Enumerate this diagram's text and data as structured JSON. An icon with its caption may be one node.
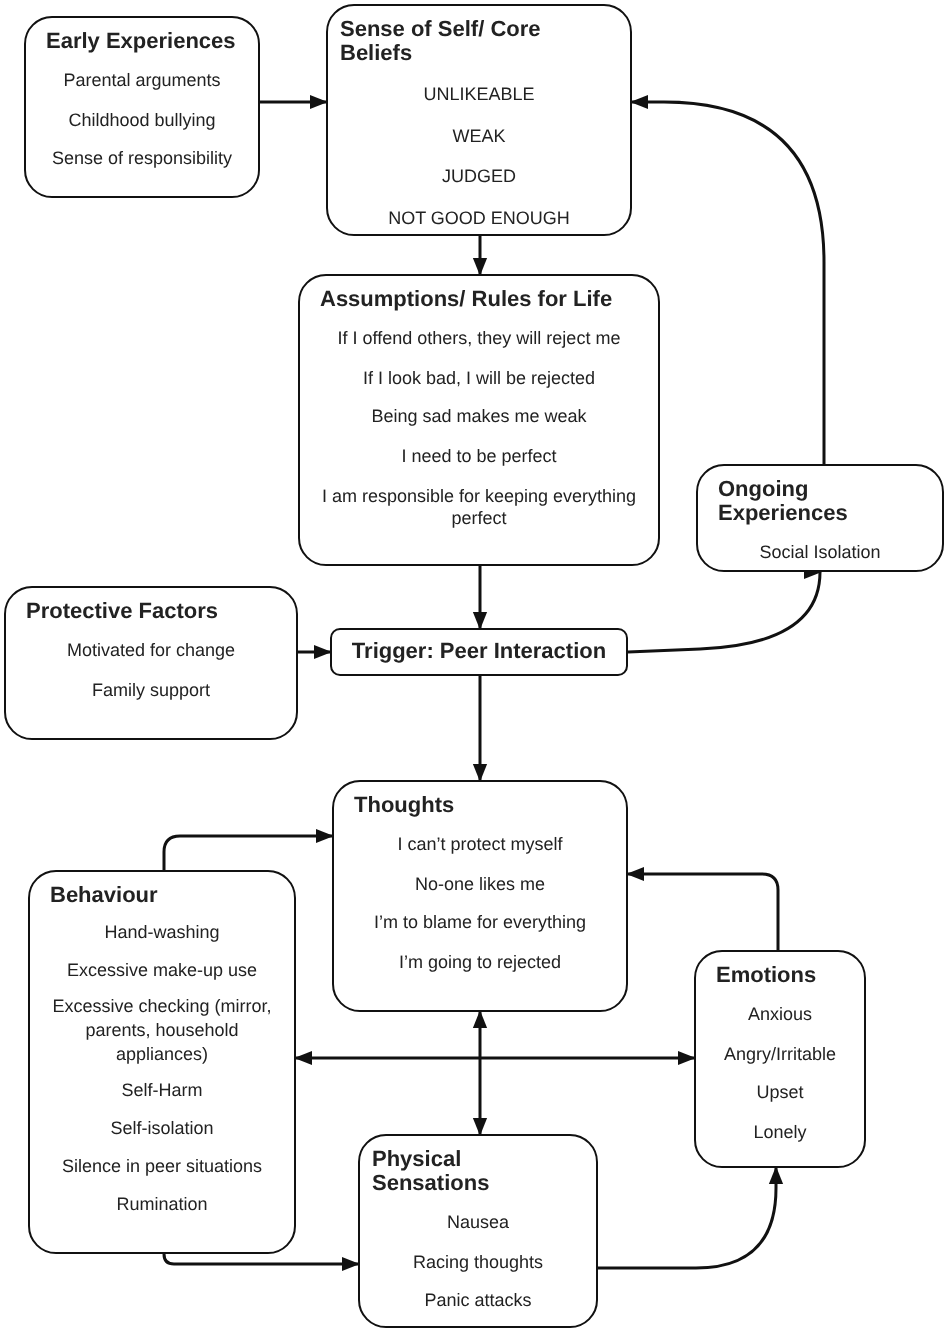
{
  "diagram": {
    "nodes": [
      {
        "text": [
          "Early Experiences",
          "Parental arguments",
          "Childhood bullying",
          "Sense of responsibility"
        ]
      },
      {
        "text": [
          "Sense of Self/ Core Beliefs",
          "UNLIKEABLE",
          "WEAK",
          "JUDGED",
          "NOT GOOD ENOUGH"
        ]
      },
      {
        "text": [
          "Assumptions/ Rules for Life",
          "If I offend others, they will reject me",
          "If I look bad, I will be rejected",
          "Being sad makes me weak",
          "I need to be perfect",
          "I am responsible for keeping everything perfect"
        ]
      },
      {
        "text": [
          "Ongoing Experiences",
          "Social Isolation"
        ]
      },
      {
        "text": [
          "Protective Factors",
          "Motivated for change",
          "Family support"
        ]
      },
      {
        "text": [
          "Trigger: Peer Interaction"
        ]
      },
      {
        "text": [
          "Thoughts",
          "I can’t protect myself",
          "No-one likes me",
          "I’m to blame for everything",
          "I’m going to rejected"
        ]
      },
      {
        "text": [
          "Behaviour",
          "Hand-washing",
          "Excessive make-up use",
          "Excessive checking (mirror, parents, household appliances)",
          "Self-Harm",
          "Self-isolation",
          "Silence in peer situations",
          "Rumination"
        ]
      },
      {
        "text": [
          "Emotions",
          "Anxious",
          "Angry/Irritable",
          "Upset",
          "Lonely"
        ]
      },
      {
        "text": [
          "Physical Sensations",
          "Nausea",
          "Racing thoughts",
          "Panic attacks"
        ]
      }
    ],
    "edges": [
      {
        "from": 0,
        "to": 1,
        "arrow": "to"
      },
      {
        "from": 1,
        "to": 2,
        "arrow": "to"
      },
      {
        "from": 2,
        "to": 5,
        "arrow": "to"
      },
      {
        "from": 4,
        "to": 5,
        "arrow": "to"
      },
      {
        "from": 5,
        "to": 3,
        "arrow": "to"
      },
      {
        "from": 3,
        "to": 1,
        "arrow": "to"
      },
      {
        "from": 5,
        "to": 6,
        "arrow": "to"
      },
      {
        "from": 7,
        "to": 6,
        "arrow": "to"
      },
      {
        "from": 8,
        "to": 6,
        "arrow": "to"
      },
      {
        "from": 6,
        "to": 9,
        "arrow": "both"
      },
      {
        "from": 7,
        "to": 8,
        "arrow": "both"
      },
      {
        "from": 7,
        "to": 9,
        "arrow": "to"
      },
      {
        "from": 9,
        "to": 8,
        "arrow": "to"
      }
    ]
  }
}
